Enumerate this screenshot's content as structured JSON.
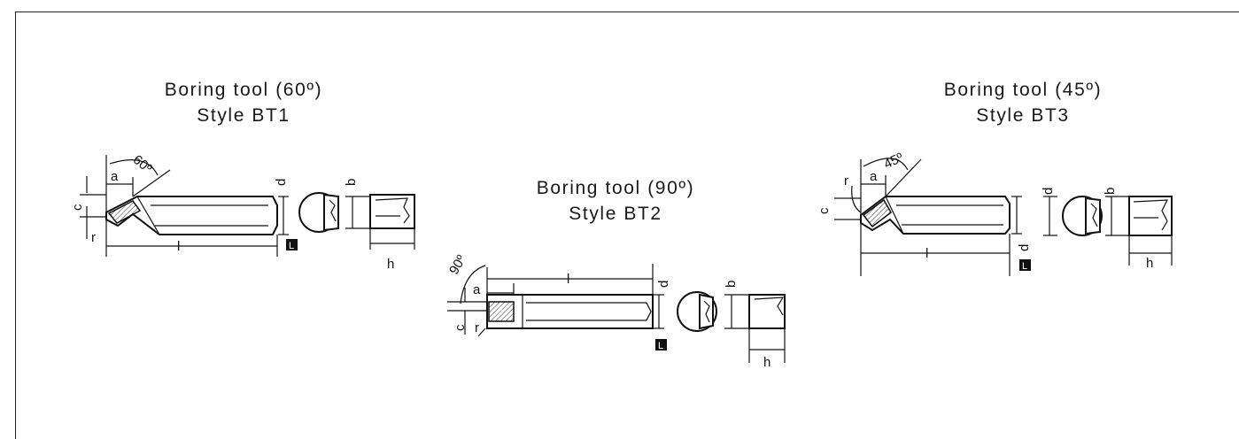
{
  "tools": [
    {
      "title": "Boring tool (60º)",
      "style": "Style BT1",
      "angle_label": "60º",
      "dims": {
        "a": "a",
        "c": "c",
        "r": "r",
        "l": "l",
        "d": "d",
        "b": "b",
        "h": "h",
        "marker": "L"
      }
    },
    {
      "title": "Boring tool (90º)",
      "style": "Style BT2",
      "angle_label": "90º",
      "dims": {
        "a": "a",
        "c": "c",
        "r": "r",
        "l": "l",
        "d": "d",
        "b": "b",
        "h": "h",
        "marker": "L"
      }
    },
    {
      "title": "Boring tool (45º)",
      "style": "Style BT3",
      "angle_label": "45º",
      "dims": {
        "a": "a",
        "c": "c",
        "r": "r",
        "l": "l",
        "d": "d",
        "b": "b",
        "h": "h",
        "marker": "L"
      }
    }
  ]
}
